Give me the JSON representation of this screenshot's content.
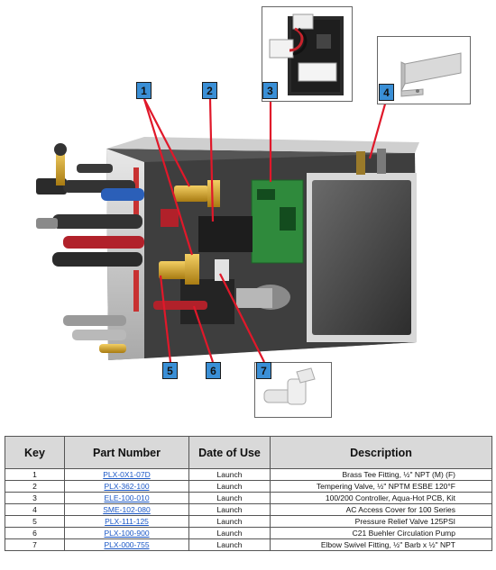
{
  "callouts": [
    "1",
    "2",
    "3",
    "4",
    "5",
    "6",
    "7"
  ],
  "table": {
    "headers": {
      "key": "Key",
      "part_number": "Part Number",
      "date_of_use": "Date of Use",
      "description": "Description"
    },
    "rows": [
      {
        "key": "1",
        "part": "PLX-0X1-07D",
        "date": "Launch",
        "desc": "Brass Tee Fitting, ½\" NPT (M) (F)"
      },
      {
        "key": "2",
        "part": "PLX-362-100",
        "date": "Launch",
        "desc": "Tempering Valve, ½\" NPTM ESBE 120°F"
      },
      {
        "key": "3",
        "part": "ELE-100-010",
        "date": "Launch",
        "desc": "100/200 Controller, Aqua-Hot PCB, Kit"
      },
      {
        "key": "4",
        "part": "SME-102-080",
        "date": "Launch",
        "desc": "AC Access Cover for 100 Series"
      },
      {
        "key": "5",
        "part": "PLX-111-125",
        "date": "Launch",
        "desc": "Pressure Relief Valve 125PSI"
      },
      {
        "key": "6",
        "part": "PLX-100-900",
        "date": "Launch",
        "desc": "C21 Buehler Circulation Pump"
      },
      {
        "key": "7",
        "part": "PLX-000-755",
        "date": "Launch",
        "desc": "Elbow Swivel Fitting, ½\" Barb x ½\" NPT"
      }
    ]
  }
}
